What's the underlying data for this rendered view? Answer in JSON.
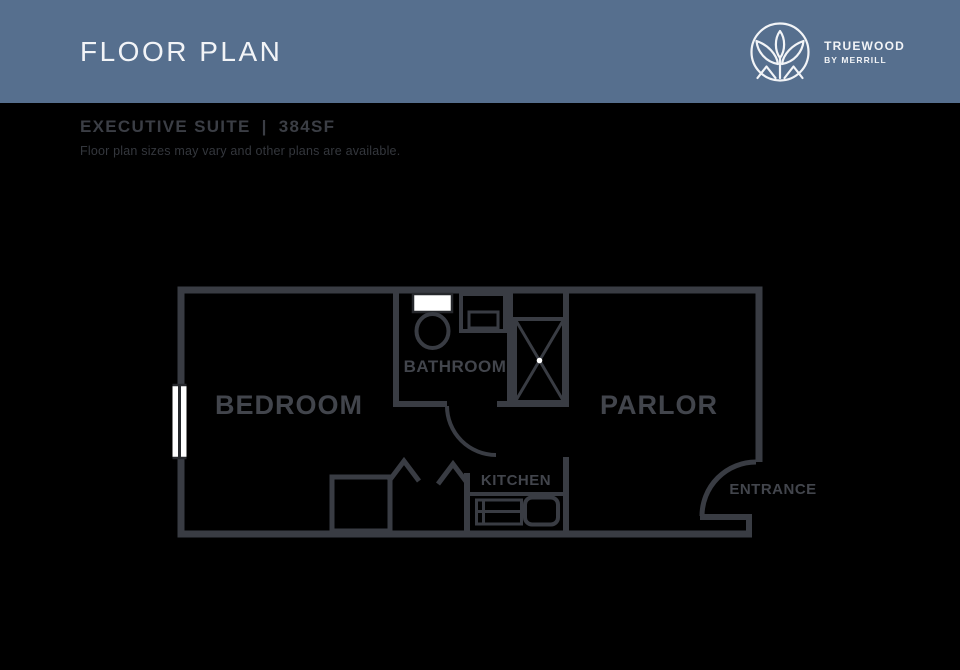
{
  "header": {
    "title": "FLOOR PLAN",
    "brand": {
      "name": "TRUEWOOD",
      "byline": "BY MERRILL",
      "logo_icon": "sprout-in-circle"
    }
  },
  "plan_info": {
    "suite_name": "EXECUTIVE SUITE",
    "separator": "|",
    "size": "384SF",
    "disclaimer": "Floor plan sizes may vary and other plans are available."
  },
  "floor_plan": {
    "rooms": {
      "bedroom": "BEDROOM",
      "bathroom": "BATHROOM",
      "parlor": "PARLOR",
      "kitchen": "KITCHEN",
      "entrance": "ENTRANCE"
    },
    "fixtures": [
      "window",
      "toilet",
      "vanity-sink",
      "shower",
      "closet",
      "bifold-doors",
      "kitchen-counter",
      "kitchen-sink",
      "bathroom-door",
      "entrance-door"
    ]
  },
  "colors": {
    "header_bg": "#566F8E",
    "background": "#000000",
    "wall": "#393C43",
    "label": "#42454C",
    "logo": "#F2F4F7",
    "title_text": "#3B3E45",
    "subtitle_text": "#34373D"
  }
}
